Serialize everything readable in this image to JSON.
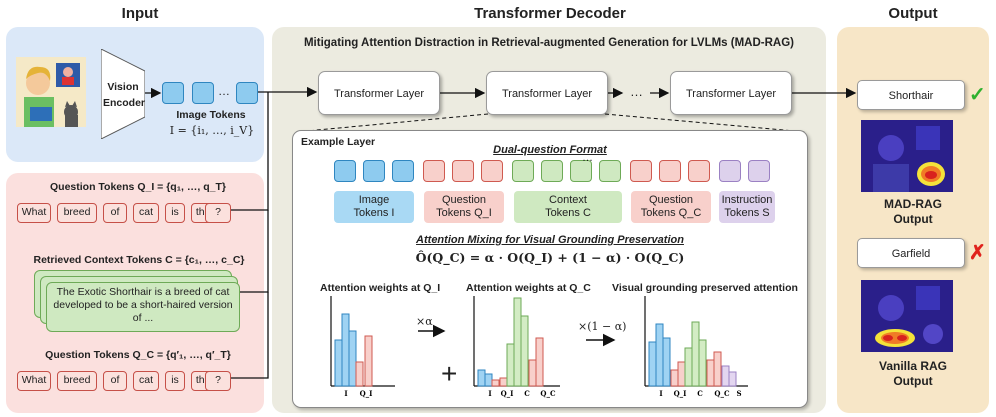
{
  "headers": {
    "input": "Input",
    "decoder": "Transformer Decoder",
    "output": "Output"
  },
  "decoder_title": "Mitigating Attention Distraction in Retrieval-augmented Generation for LVLMs (MAD-RAG)",
  "input": {
    "vision_encoder": "Vision Encoder",
    "image_tokens_label": "Image Tokens",
    "image_tokens_formula": "I = {i₁, …, i_V}",
    "ellipsis": "…",
    "question_tokens_i_label": "Question Tokens Q_I = {q₁, …, q_T}",
    "question_words": [
      "What",
      "breed",
      "of",
      "cat",
      "is",
      "this",
      "?"
    ],
    "context_label": "Retrieved Context Tokens  C = {c₁, …, c_C}",
    "context_text": "The Exotic Shorthair is a breed of cat developed to be a short-haired version of ...",
    "question_tokens_c_label": "Question Tokens Q_C = {q′₁, …, q′_T}"
  },
  "decoder": {
    "layers": [
      "Transformer Layer",
      "Transformer Layer",
      "Transformer Layer"
    ],
    "layer_ellipsis": "…",
    "example_layer": "Example Layer",
    "dual_question_format": "Dual-question Format",
    "token_ellipsis": "…",
    "groups": [
      {
        "line1": "Image",
        "line2": "Tokens I",
        "color": "#a9d9f4"
      },
      {
        "line1": "Question",
        "line2": "Tokens Q_I",
        "color": "#f8d0cb"
      },
      {
        "line1": "Context",
        "line2": "Tokens C",
        "color": "#cfe9c1"
      },
      {
        "line1": "Question",
        "line2": "Tokens Q_C",
        "color": "#f8d0cb"
      },
      {
        "line1": "Instruction",
        "line2": "Tokens S",
        "color": "#ddd1ec"
      }
    ],
    "attention_mixing_title": "Attention Mixing for Visual Grounding Preservation",
    "formula": "Ô(Q_C) = α · O(Q_I) + (1 − α) · O(Q_C)",
    "chart1_title": "Attention weights at Q_I",
    "chart2_title": "Attention weights at Q_C",
    "chart3_title": "Visual grounding preserved attention",
    "times_alpha": "×α",
    "times_one_minus_alpha": "×(1 − α)",
    "plus": "+",
    "chart1_ticks": [
      "I",
      "Q_I"
    ],
    "chart2_ticks": [
      "I",
      "Q_I",
      "C",
      "Q_C"
    ],
    "chart3_ticks": [
      "I",
      "Q_I",
      "C",
      "Q_C",
      "S"
    ]
  },
  "output": {
    "answer1": "Shorthair",
    "answer1_mark": "✓",
    "label1_line1": "MAD-RAG",
    "label1_line2": "Output",
    "answer2": "Garfield",
    "answer2_mark": "✗",
    "label2_line1": "Vanilla RAG",
    "label2_line2": "Output"
  },
  "colors": {
    "input_top_bg": "#dbe8f8",
    "input_bottom_bg": "#fbe0de",
    "decoder_bg": "#ecebe0",
    "output_bg": "#f7e6c7",
    "image_token": "#8ecbef",
    "question_token": "#f8d0cb",
    "context_token": "#cfe9c1",
    "instruction_token": "#ddd1ec",
    "check": "#2fb12f",
    "cross": "#e0231d"
  }
}
